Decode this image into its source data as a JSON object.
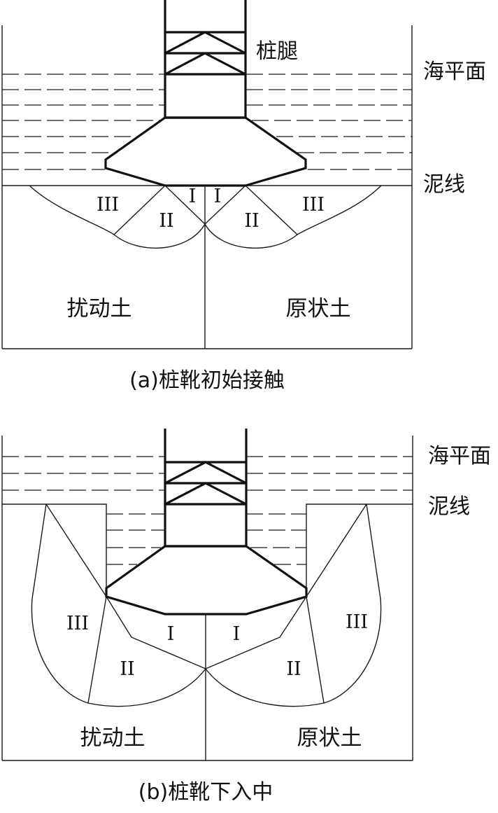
{
  "panel_a": {
    "caption": "(a)桩靴初始接触",
    "label_leg": "桩腿",
    "label_sea": "海平面",
    "label_mudline": "泥线",
    "label_disturbed": "扰动土",
    "label_intact": "原状土",
    "zones": [
      "I",
      "I",
      "II",
      "II",
      "III",
      "III"
    ]
  },
  "panel_b": {
    "caption": "(b)桩靴下入中",
    "label_sea": "海平面",
    "label_mudline": "泥线",
    "label_disturbed": "扰动土",
    "label_intact": "原状土",
    "zones": [
      "I",
      "I",
      "II",
      "II",
      "III",
      "III"
    ]
  }
}
